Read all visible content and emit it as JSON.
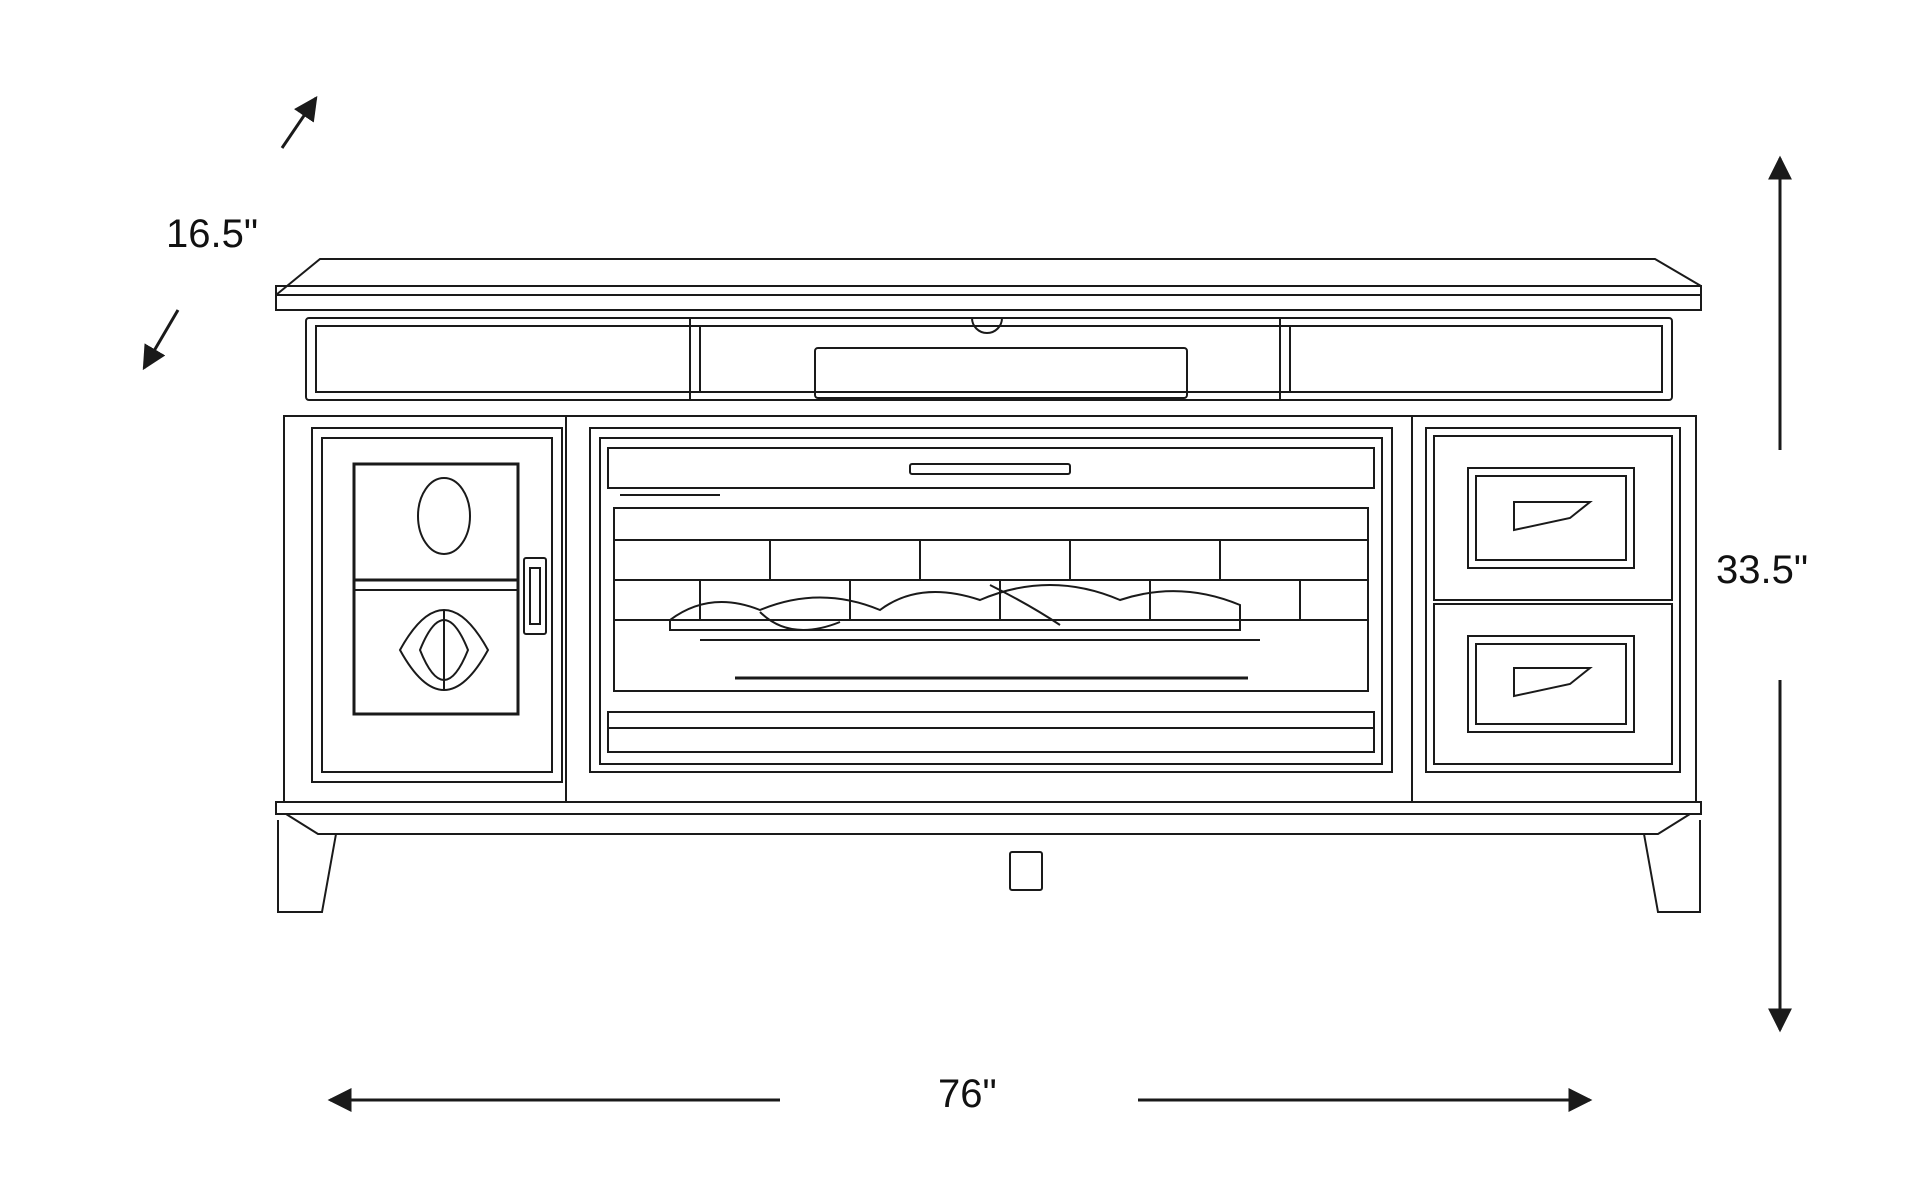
{
  "dimensions": {
    "depth": "16.5\"",
    "height": "33.5\"",
    "width": "76\""
  },
  "colors": {
    "line": "#1a1a1a",
    "background": "#ffffff"
  }
}
